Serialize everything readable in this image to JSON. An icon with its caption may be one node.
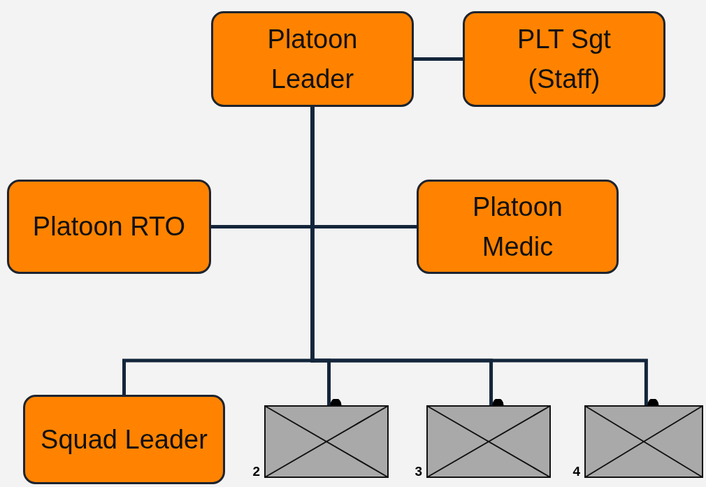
{
  "diagram": {
    "nodes": [
      {
        "text": [
          "Platoon Leader"
        ]
      },
      {
        "text": [
          "PLT Sgt (Staff)"
        ]
      },
      {
        "text": [
          "Platoon RTO"
        ]
      },
      {
        "text": [
          "Platoon Medic"
        ]
      },
      {
        "text": [
          "Squad Leader"
        ]
      },
      {
        "text": [],
        "shape": "box",
        "beside": [
          "2"
        ]
      },
      {
        "text": [],
        "shape": "box",
        "beside": [
          "3"
        ]
      },
      {
        "text": [],
        "shape": "box",
        "beside": [
          "4"
        ]
      }
    ],
    "edges": [
      {
        "from": 0,
        "to": 1,
        "arrow": "none"
      },
      {
        "from": 0,
        "to": 2,
        "arrow": "none"
      },
      {
        "from": 0,
        "to": 3,
        "arrow": "none"
      },
      {
        "from": 0,
        "to": 4,
        "arrow": "none"
      },
      {
        "from": 0,
        "to": 5,
        "arrow": "other"
      },
      {
        "from": 0,
        "to": 6,
        "arrow": "other"
      },
      {
        "from": 0,
        "to": 7,
        "arrow": "other"
      }
    ]
  }
}
